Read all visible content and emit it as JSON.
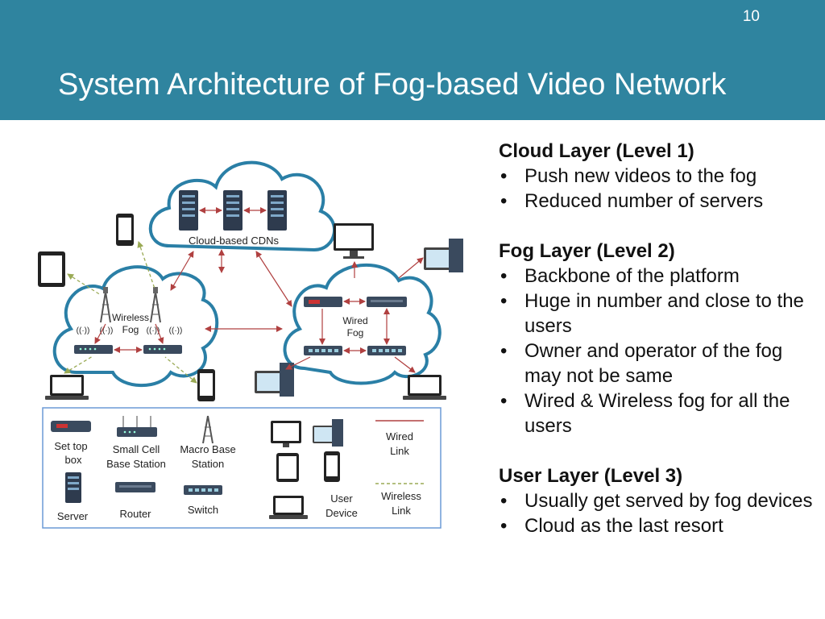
{
  "slide": {
    "page_number": "10",
    "title": "System Architecture of Fog-based Video Network"
  },
  "diagram": {
    "cloud_label": "Cloud-based CDNs",
    "wireless_fog_label": [
      "Wireless",
      "Fog"
    ],
    "wired_fog_label": [
      "Wired",
      "Fog"
    ],
    "legend": {
      "set_top_box": [
        "Set top",
        "box"
      ],
      "small_cell": [
        "Small Cell",
        "Base Station"
      ],
      "macro_base": [
        "Macro Base",
        "Station"
      ],
      "server": "Server",
      "router": "Router",
      "switch": "Switch",
      "user_device": [
        "User",
        "Device"
      ],
      "wired_link": [
        "Wired",
        "Link"
      ],
      "wireless_link": [
        "Wireless",
        "Link"
      ]
    },
    "colors": {
      "cloud_border": "#2a7fa6",
      "wired_link": "#b04040",
      "wireless_link": "#9aaa55",
      "legend_border": "#6b9ad6"
    }
  },
  "layers": [
    {
      "heading": "Cloud Layer (Level 1)",
      "bullets": [
        "Push new videos to the fog",
        "Reduced number of servers"
      ]
    },
    {
      "heading": "Fog Layer (Level 2)",
      "bullets": [
        "Backbone of the platform",
        "Huge in number and close to the users",
        "Owner and operator of the fog may not be same",
        "Wired & Wireless fog for all the users"
      ]
    },
    {
      "heading": "User Layer (Level 3)",
      "bullets": [
        "Usually get served by fog devices",
        "Cloud as the last resort"
      ]
    }
  ]
}
